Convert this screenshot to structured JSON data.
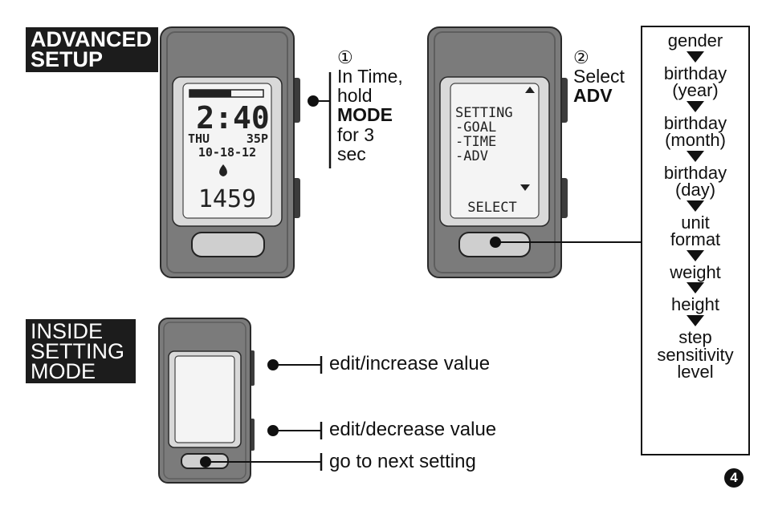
{
  "labels": {
    "advanced_setup": [
      "ADVANCED",
      "SETUP"
    ],
    "inside_setting_mode": [
      "INSIDE",
      "SETTING",
      "MODE"
    ]
  },
  "step1": {
    "number": "①",
    "lines": [
      "In Time,",
      "hold"
    ],
    "bold": "MODE",
    "tail": [
      "for 3",
      "sec"
    ]
  },
  "step2": {
    "number": "②",
    "line": "Select",
    "bold": "ADV"
  },
  "device1_display": {
    "time": "2:40",
    "day": "THU",
    "time_suffix": "35P",
    "date": "10-18-12",
    "steps": "1459"
  },
  "device2_display": {
    "title": "SETTING",
    "items": [
      "-GOAL",
      "-TIME",
      "-ADV"
    ],
    "footer": "SELECT"
  },
  "instructions": {
    "top_button": "edit/increase value",
    "bottom_button": "edit/decrease value",
    "front_button": "go to next setting"
  },
  "sequence": [
    [
      "gender"
    ],
    [
      "birthday",
      "(year)"
    ],
    [
      "birthday",
      "(month)"
    ],
    [
      "birthday",
      "(day)"
    ],
    [
      "unit",
      "format"
    ],
    [
      "weight"
    ],
    [
      "height"
    ],
    [
      "step",
      "sensitivity",
      "level"
    ]
  ],
  "step4_marker": "4",
  "colors": {
    "device_body": "#7b7b7b",
    "device_edge": "#5e5e5e",
    "screen_frame": "#d9d9d9",
    "screen": "#f4f4f4",
    "front_button": "#cfcfcf",
    "label_bg": "#1c1c1c"
  }
}
